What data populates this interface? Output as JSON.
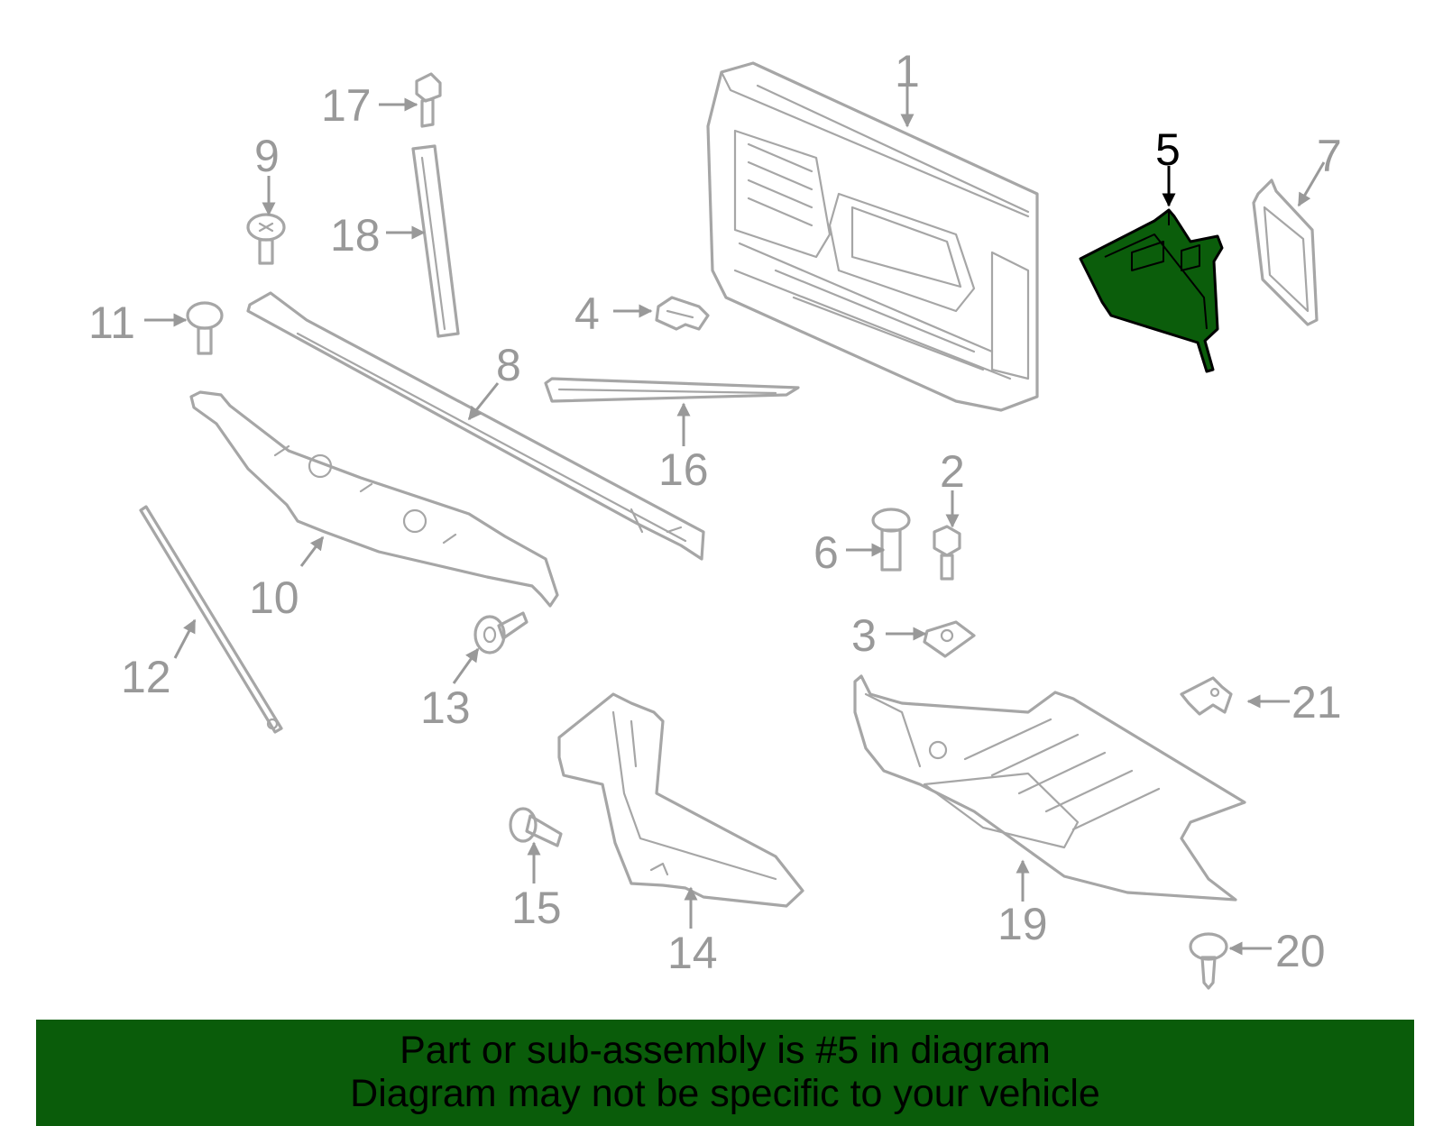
{
  "diagram": {
    "highlighted_part": "5",
    "highlight_color": "#0a5c0a",
    "part_color": "#a6a6a6",
    "callouts": {
      "c1": "1",
      "c2": "2",
      "c3": "3",
      "c4": "4",
      "c5": "5",
      "c6": "6",
      "c7": "7",
      "c8": "8",
      "c9": "9",
      "c10": "10",
      "c11": "11",
      "c12": "12",
      "c13": "13",
      "c14": "14",
      "c15": "15",
      "c16": "16",
      "c17": "17",
      "c18": "18",
      "c19": "19",
      "c20": "20",
      "c21": "21"
    }
  },
  "banner": {
    "line1": "Part or sub-assembly is #5 in diagram",
    "line2": "Diagram may not be specific to your vehicle",
    "background": "#0a5c0a"
  }
}
